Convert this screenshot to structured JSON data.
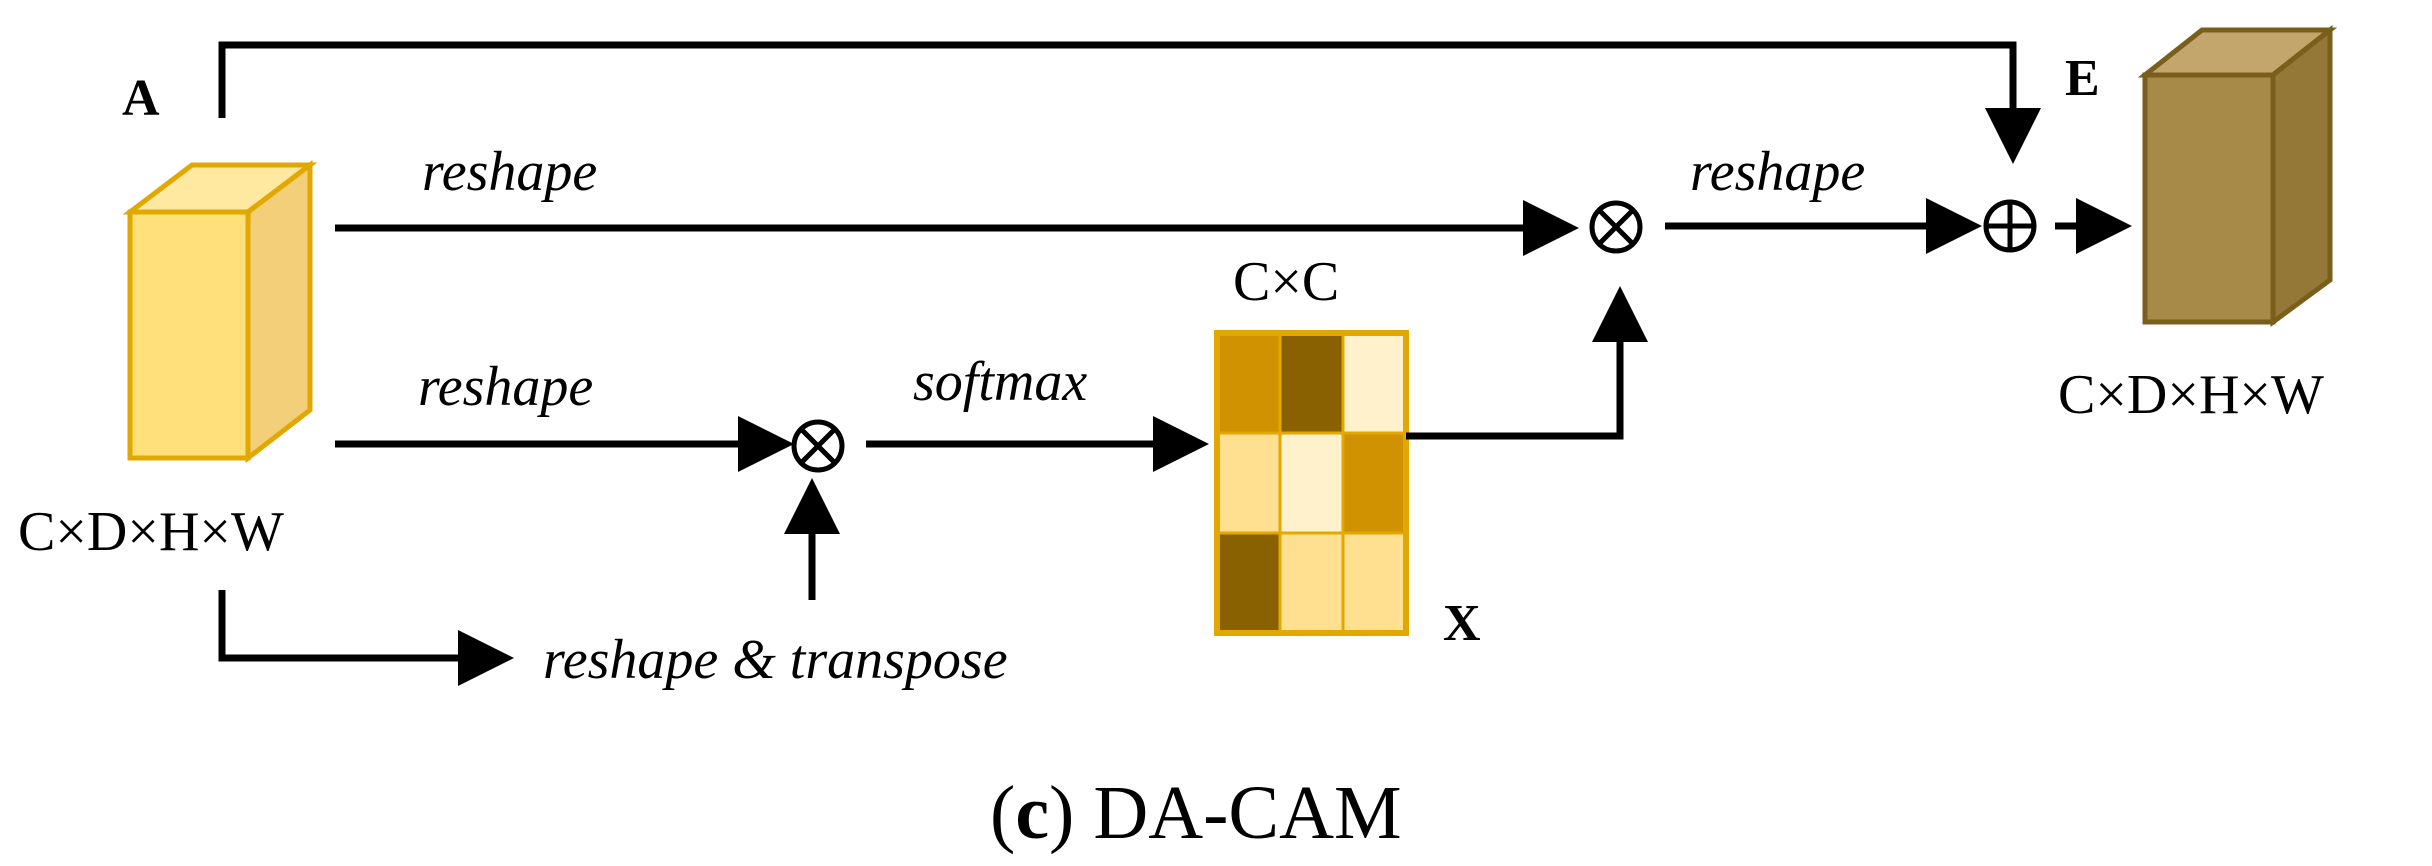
{
  "labels": {
    "input_tensor": "A",
    "output_tensor": "E",
    "matrix": "X",
    "input_dims": "C×D×H×W",
    "output_dims": "C×D×H×W",
    "matrix_dims": "C×C"
  },
  "operations": {
    "reshape_top": "reshape",
    "reshape_mid": "reshape",
    "reshape_out": "reshape",
    "softmax": "softmax",
    "reshape_transpose": "reshape & transpose"
  },
  "caption": {
    "prefix": "(",
    "letter": "c",
    "suffix": ") DA-CAM"
  },
  "colors": {
    "input_front": "#FFE07A",
    "input_top": "#FFE9A0",
    "input_side": "#F3CF7A",
    "input_edge": "#E0A800",
    "output_front": "#A88A48",
    "output_top": "#C2A66B",
    "output_side": "#947838",
    "output_edge": "#7A5E1C",
    "matrix_border": "#E0A800",
    "matrix_cells": [
      "#D09200",
      "#8A6100",
      "#FFF1CC",
      "#FFE090",
      "#FFF1CC",
      "#D09200",
      "#8A6100",
      "#FFE090",
      "#FFE090"
    ]
  }
}
